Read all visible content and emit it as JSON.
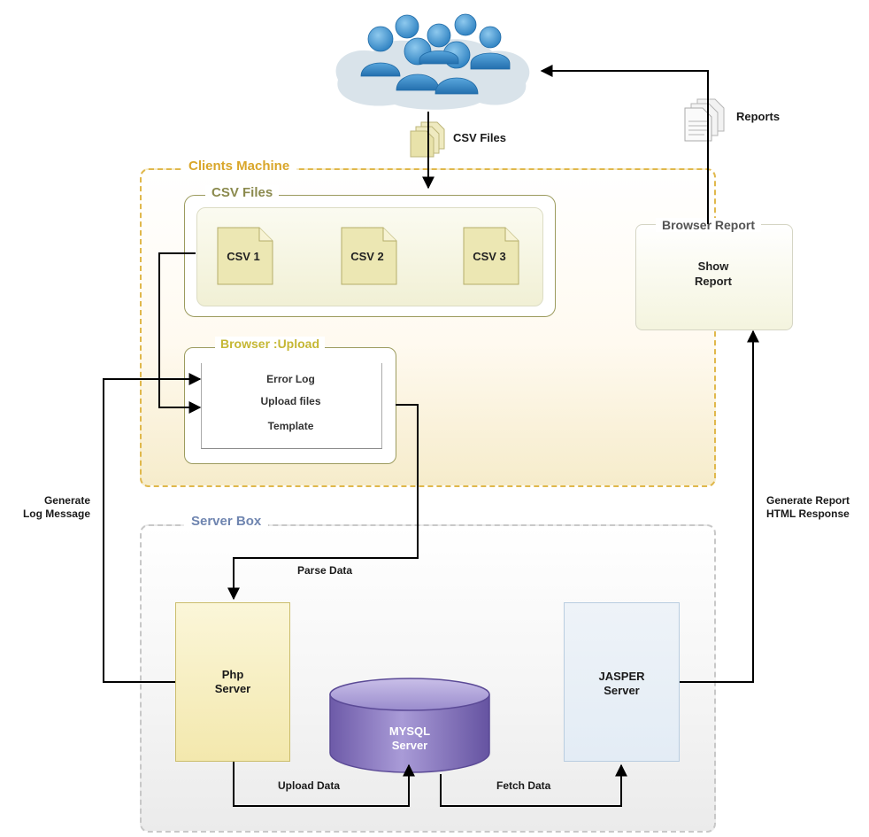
{
  "groups": {
    "clients_machine": "Clients Machine",
    "server_box": "Server Box",
    "csv_files": "CSV Files",
    "browser_upload": "Browser :Upload",
    "browser_report": "Browser Report"
  },
  "csv_documents": [
    "CSV 1",
    "CSV 2",
    "CSV 3"
  ],
  "upload_items": [
    "Error Log",
    "Upload files",
    "Template"
  ],
  "report": {
    "line1": "Show",
    "line2": "Report"
  },
  "servers": {
    "php": {
      "line1": "Php",
      "line2": "Server"
    },
    "mysql": {
      "line1": "MYSQL",
      "line2": "Server"
    },
    "jasper": {
      "line1": "JASPER",
      "line2": "Server"
    }
  },
  "edge_labels": {
    "csv_files": "CSV Files",
    "reports": "Reports",
    "parse_data": "Parse Data",
    "upload_data": "Upload Data",
    "fetch_data": "Fetch Data",
    "generate_log_1": "Generate",
    "generate_log_2": "Log Message",
    "generate_report_1": "Generate Report",
    "generate_report_2": "HTML Response"
  },
  "colors": {
    "clients_border": "#e0b84c",
    "server_border": "#c8c8c8",
    "users_blue": "#3b8fc8",
    "mysql_purple": "#7e6bb8",
    "php_yellow": "#f3e8ad",
    "jasper_blue": "#e3ecf5"
  }
}
